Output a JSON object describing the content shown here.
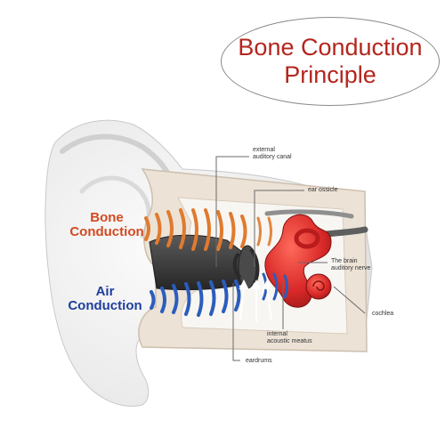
{
  "title": {
    "line1": "Bone Conduction",
    "line2": "Principle"
  },
  "modes": [
    {
      "line1": "Bone",
      "line2": "Conduction",
      "color": "#d24a22"
    },
    {
      "line1": "Air",
      "line2": "Conduction",
      "color": "#1f3f9c"
    }
  ],
  "callouts": {
    "external_canal": {
      "line1": "external",
      "line2": "auditory canal"
    },
    "ossicle": "ear ossicle",
    "nerve": {
      "line1": "The brain",
      "line2": "auditory nerve"
    },
    "cochlea": "cochlea",
    "meatus": {
      "line1": "internal",
      "line2": "acoustic meatus"
    },
    "eardrums": "eardrums"
  },
  "colors": {
    "bone_wave": "#e07a2e",
    "air_wave": "#2b5dbd",
    "inner_ear": "#cc2222",
    "tissue": "#ece2d6",
    "skin": "#efefef"
  }
}
